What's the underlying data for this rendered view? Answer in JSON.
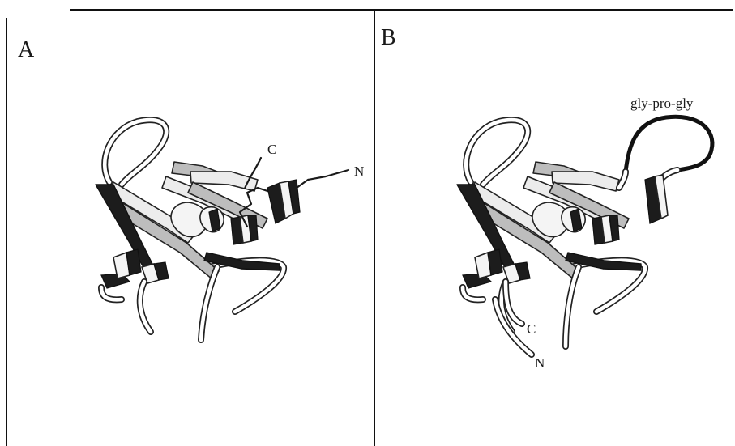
{
  "panels": [
    {
      "label": "A",
      "termini": {
        "c": "C",
        "n": "N"
      }
    },
    {
      "label": "B",
      "termini": {
        "c": "C",
        "n": "N"
      },
      "annotation": "gly-pro-gly"
    }
  ]
}
